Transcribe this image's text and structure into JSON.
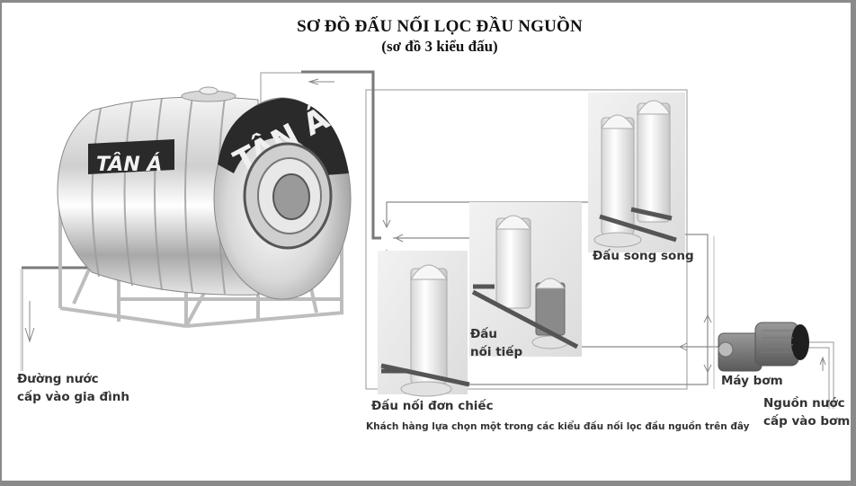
{
  "title": "SƠ ĐỒ ĐẤU NỐI LỌC ĐẦU NGUỒN",
  "subtitle": "(sơ đồ 3 kiểu đấu)",
  "tank": {
    "brand_text_side": "TÂN Á",
    "brand_text_end": "TÂN Á"
  },
  "labels": {
    "household_supply": [
      "Đường nước",
      "cấp vào gia đình"
    ],
    "parallel": "Đấu song song",
    "series": [
      "Đấu",
      "nối tiếp"
    ],
    "single": "Đấu nối đơn chiếc",
    "pump": "Máy bơm",
    "pump_source": [
      "Nguồn nước",
      "cấp vào bơm"
    ]
  },
  "note": "Khách hàng lựa chọn một trong các kiểu đấu nối lọc đầu nguồn trên đây",
  "colors": {
    "frame": "#8a8a8a",
    "line": "#9a9a9a",
    "pipe_thick": "#7a7a7a",
    "text": "#333333",
    "tank_dark": "#2a2a2a"
  }
}
